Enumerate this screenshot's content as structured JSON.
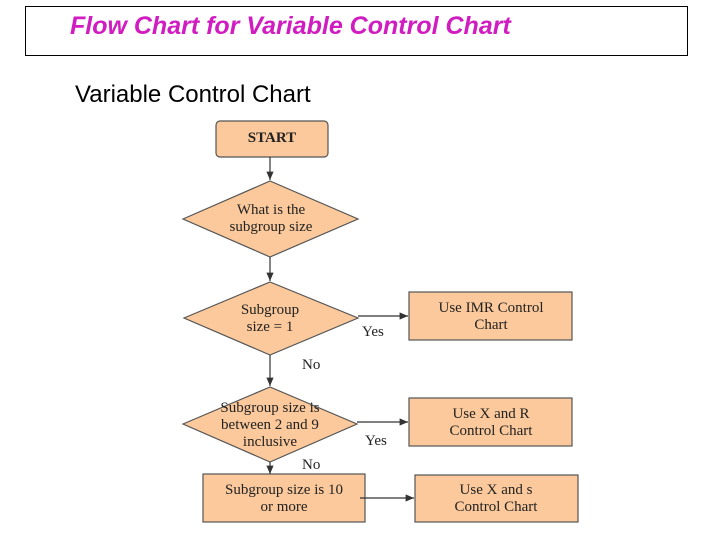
{
  "title": "Flow Chart for Variable Control Chart",
  "subtitle": "Variable Control Chart",
  "colors": {
    "node_fill": "#fbc99b",
    "node_border": "#555555",
    "title": "#d01cc0"
  },
  "nodes": {
    "start": "START",
    "q_size": "What is the subgroup size",
    "q_one": "Subgroup size = 1",
    "imr": "Use IMR Control Chart",
    "q_2_9": "Subgroup size is between 2 and 9 inclusive",
    "xr": "Use X and R Control Chart",
    "ten": "Subgroup size is 10 or more",
    "xs": "Use X and s Control Chart"
  },
  "edges": {
    "yes1": "Yes",
    "no1": "No",
    "yes2": "Yes",
    "no2": "No"
  }
}
